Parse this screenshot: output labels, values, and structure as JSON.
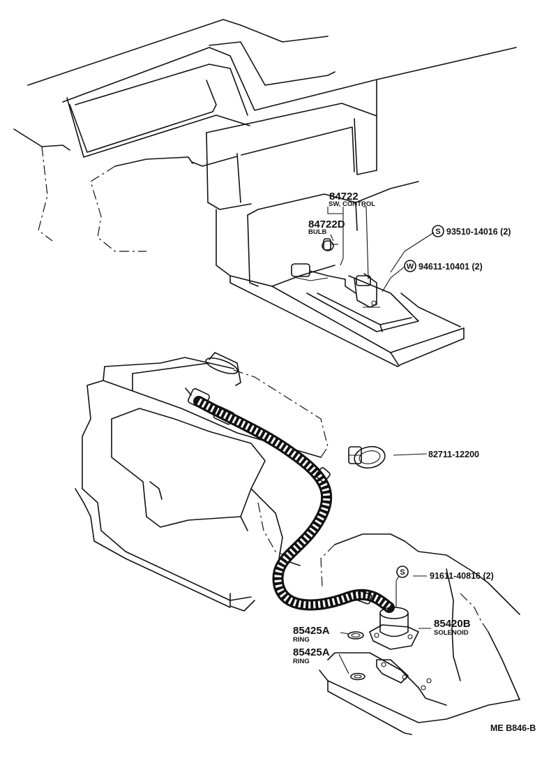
{
  "diagram": {
    "drawing_code": "ME B846-B",
    "labels": {
      "sw_control_number": "84722",
      "sw_control_name": "SW, CONTROL",
      "bulb_number": "84722D",
      "bulb_name": "BULB",
      "screw_number": "93510-14016 (2)",
      "screw_symbol": "S",
      "washer_number": "94611-10401 (2)",
      "washer_symbol": "W",
      "clamp_number": "82711-12200",
      "bolt_number": "91611-40816 (2)",
      "bolt_symbol": "S",
      "solenoid_number": "85420B",
      "solenoid_name": "SOLENOID",
      "ring1_number": "85425A",
      "ring1_name": "RING",
      "ring2_number": "85425A",
      "ring2_name": "RING"
    }
  }
}
